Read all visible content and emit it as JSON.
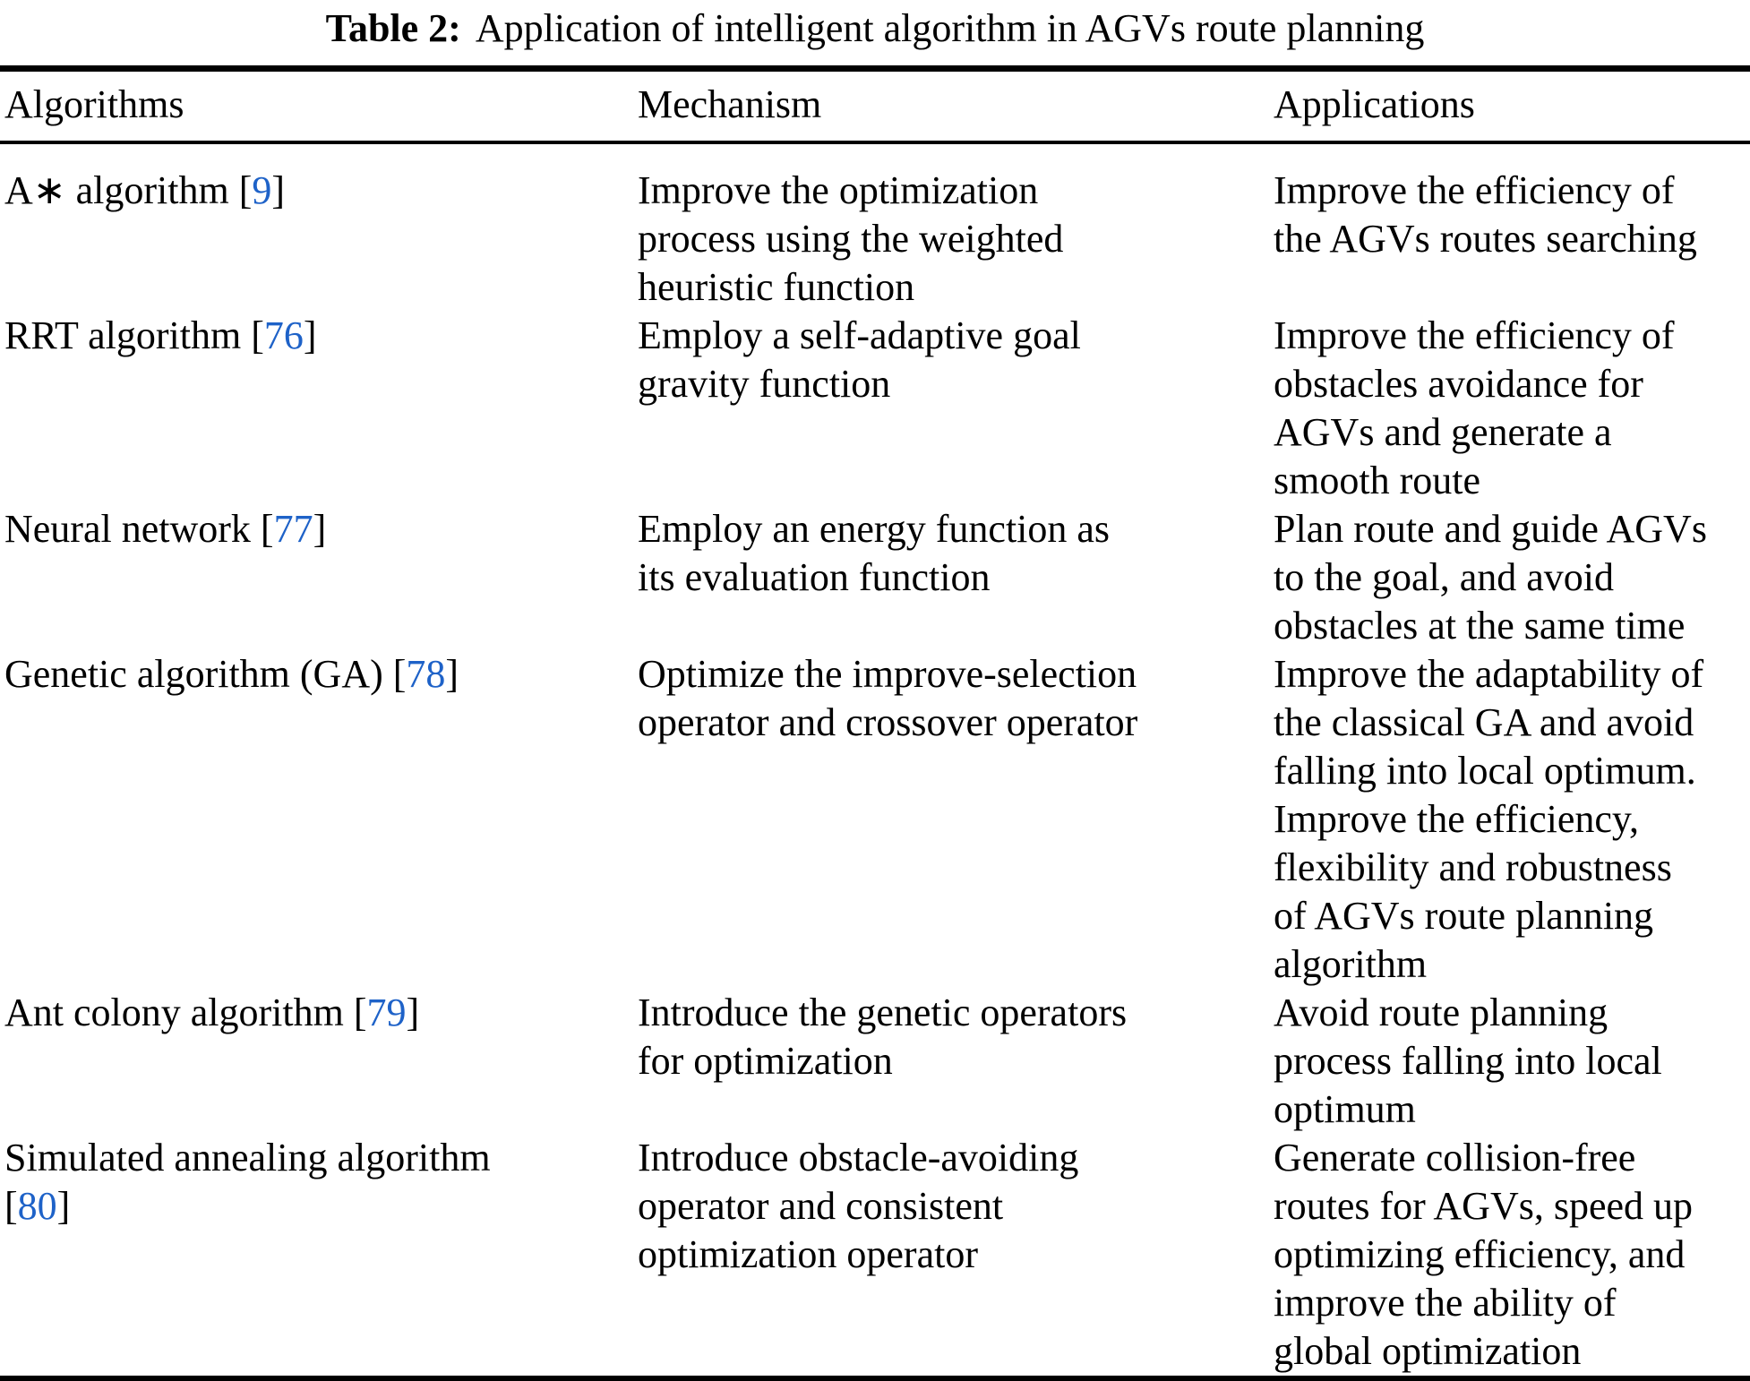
{
  "title": {
    "label": "Table 2:",
    "text": "Application of intelligent algorithm in AGVs route planning"
  },
  "colors": {
    "text": "#000000",
    "background": "#ffffff",
    "citation": "#1e62c8"
  },
  "table": {
    "headers": [
      "Algorithms",
      "Mechanism",
      "Applications"
    ],
    "rows": [
      {
        "algorithm": {
          "name": "A∗ algorithm",
          "ref": "9",
          "ref_on_new_line": false
        },
        "mechanism": [
          "Improve the optimization",
          "process using the weighted",
          "heuristic function"
        ],
        "applications": [
          "Improve the efficiency of",
          "the AGVs routes searching"
        ]
      },
      {
        "algorithm": {
          "name": "RRT algorithm",
          "ref": "76",
          "ref_on_new_line": false
        },
        "mechanism": [
          "Employ a self-adaptive goal",
          "gravity function"
        ],
        "applications": [
          "Improve the efficiency of",
          "obstacles avoidance for",
          "AGVs and generate a",
          "smooth route"
        ]
      },
      {
        "algorithm": {
          "name": "Neural network",
          "ref": "77",
          "ref_on_new_line": false
        },
        "mechanism": [
          "Employ an energy function as",
          "its evaluation function"
        ],
        "applications": [
          "Plan route and guide AGVs",
          "to the goal, and avoid",
          "obstacles at the same time"
        ]
      },
      {
        "algorithm": {
          "name": "Genetic algorithm (GA)",
          "ref": "78",
          "ref_on_new_line": false
        },
        "mechanism": [
          "Optimize the improve-selection",
          "operator and crossover operator"
        ],
        "applications": [
          "Improve the adaptability of",
          "the classical GA and avoid",
          "falling into local optimum.",
          "Improve the efficiency,",
          "flexibility and robustness",
          "of AGVs route planning",
          "algorithm"
        ]
      },
      {
        "algorithm": {
          "name": "Ant colony algorithm",
          "ref": "79",
          "ref_on_new_line": false
        },
        "mechanism": [
          "Introduce the genetic operators",
          "for optimization"
        ],
        "applications": [
          "Avoid route planning",
          "process falling into local",
          "optimum"
        ]
      },
      {
        "algorithm": {
          "name": "Simulated annealing algorithm",
          "ref": "80",
          "ref_on_new_line": true
        },
        "mechanism": [
          "Introduce obstacle-avoiding",
          "operator and consistent",
          "optimization operator"
        ],
        "applications": [
          "Generate collision-free",
          "routes for AGVs, speed up",
          "optimizing efficiency, and",
          "improve the ability of",
          "global optimization"
        ]
      }
    ]
  }
}
